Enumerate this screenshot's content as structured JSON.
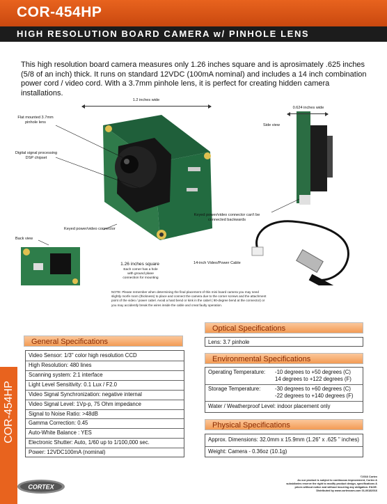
{
  "header": {
    "model": "COR-454HP",
    "subtitle": "HIGH RESOLUTION BOARD CAMERA w/ PINHOLE LENS"
  },
  "intro": "This high resolution board camera measures only 1.26 inches square and is aprosimately .625 inches (5/8 of an inch) thick.  It runs on standard 12VDC (100mA nominal) and includes a 14 inch combination power cord / video cord. With a 3.7mm pinhole lens, it is perfect for creating hidden camera installations.",
  "diagram": {
    "width_label": "1.2 inches wide",
    "side_width_label": "0.624 inches wide",
    "flat_lens": "Flat mounted 3.7mm pinhole lens",
    "dsp": "Digital signal processing DSP chipset",
    "keyed_connector": "Keyed power/video connector",
    "back_view": "Back view",
    "side_view": "Side view",
    "keyed_note": "Keyed power/video connector can't be connected backwards",
    "cable": "14-inch Video/Power Cable",
    "square_title": "1.26 inches square",
    "square_note": "Each corner has a hole with ground plane connection for mounting",
    "note": "NOTE: Please remember when determining the final placement of this mini board camera you may need slightly morfe room (thickness) to place and connect the camera due to the corner screws and the attachment point of the video / power cabel.  Avoid a hard bend or kink in the cabel ( 90-degree bend at the connector) or you may accidently break the wires inside the cable and creat faulty operation."
  },
  "general": {
    "title": "General Specifications",
    "rows": [
      "Video Sensor: 1/3\" color high resolution CCD",
      "High Resolution: 480 lines",
      "Scanning system: 2:1 interface",
      "Light Level Sensitivity: 0.1 Lux / F2.0",
      "Video Signal Synchronization: negative internal",
      "Video Signal Level: 1Vp-p, 75 Ohm impedance",
      "Signal to Noise Ratio: >48dB",
      "Gamma Correction: 0.45",
      "Auto-White Balance : YES",
      "Electronic Shutter: Auto, 1/60 up to 1/100,000 sec.",
      "Power: 12VDC100mA (nominal)"
    ]
  },
  "optical": {
    "title": "Optical Specifications",
    "rows": [
      "Lens: 3.7 pinhole"
    ]
  },
  "environmental": {
    "title": "Environmental Specifications",
    "op_label": "Operating Temperature:",
    "op_1": "-10 degrees to +50 degrees (C)",
    "op_2": "14 degrees to +122 degrees (F)",
    "st_label": "Storage Temperature:",
    "st_1": "-30 degrees to +60 degrees (C)",
    "st_2": "-22 degrees to +140 degrees (F)",
    "water": "Water / Weatherproof Level: indoor placement only"
  },
  "physical": {
    "title": "Physical Specifications",
    "dimensions": "Approx. Dimensions:  32.0mm x 15.9mm (1.26\" x .625 \" inches)",
    "weight": "Weight:    Camera - 0.36oz (10.1g)"
  },
  "side_tab": "COR-454HP",
  "footer": [
    "©2016 Cortex",
    "As our product is subject to continuous improvement, Cortex &",
    "subsidiaries reserve the right to modify product design, specifications &",
    "prices without notice and without incurring any obligation. E&OE.",
    "Distributed by www.cortexcam.com     01-06182016"
  ],
  "logo": "CORTEX",
  "colors": {
    "accent": "#e8631e",
    "bar": "#1c1c1c",
    "section": "#f39b55"
  }
}
